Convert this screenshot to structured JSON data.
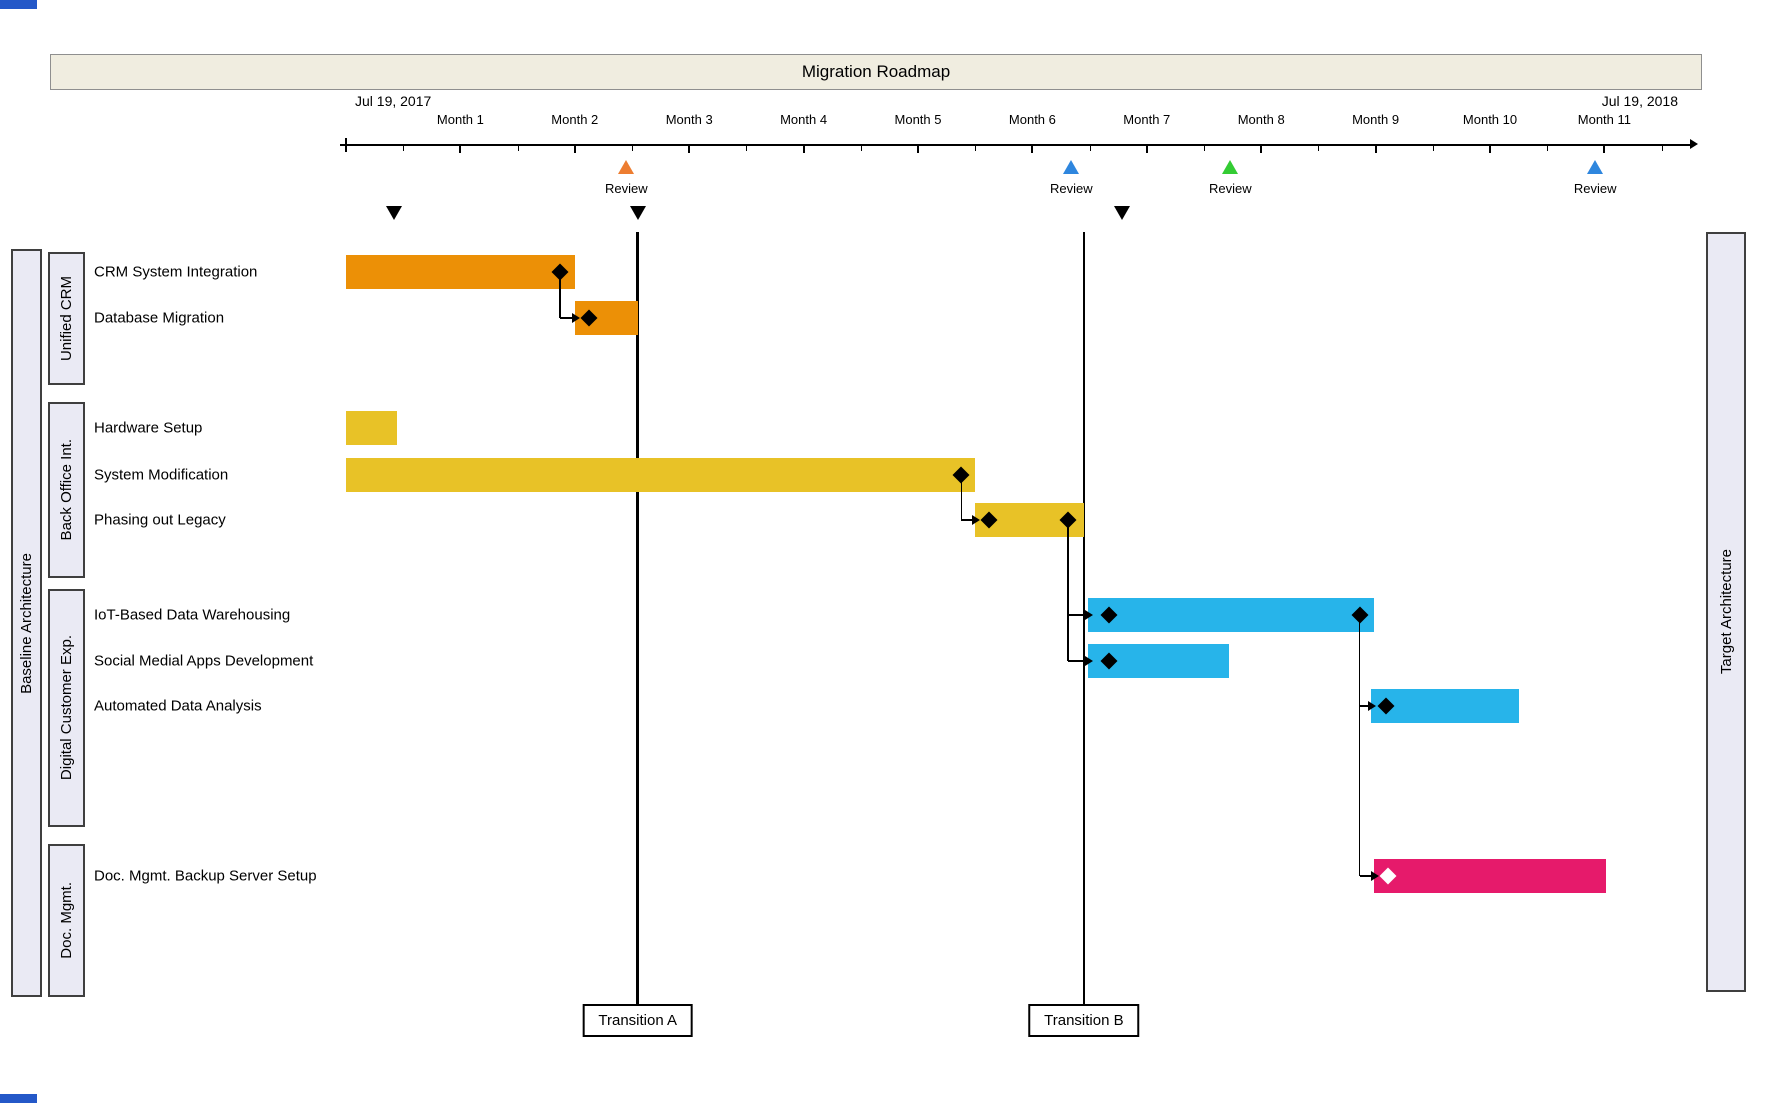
{
  "title": "Migration Roadmap",
  "left_panel": {
    "label": "Baseline Architecture"
  },
  "right_panel": {
    "label": "Target Architecture"
  },
  "chart_data": {
    "type": "gantt",
    "title": "Migration Roadmap",
    "timeline": {
      "start_date": "Jul 19, 2017",
      "end_date": "Jul 19, 2018",
      "unit": "months",
      "axis_range_months": [
        0,
        12
      ],
      "tick_labels": [
        "Month 1",
        "Month 2",
        "Month 3",
        "Month 4",
        "Month 5",
        "Month 6",
        "Month 7",
        "Month 8",
        "Month 9",
        "Month 10",
        "Month 11"
      ]
    },
    "groups": [
      {
        "name": "Unified CRM",
        "color": "#EC9006",
        "tasks": [
          {
            "name": "CRM System Integration",
            "start_month": 0,
            "end_month": 2.0,
            "milestones": [
              {
                "month": 1.87,
                "fill": "#000000"
              }
            ]
          },
          {
            "name": "Database Migration",
            "start_month": 2.0,
            "end_month": 2.55,
            "milestones": [
              {
                "month": 2.12,
                "fill": "#000000"
              }
            ]
          }
        ]
      },
      {
        "name": "Back Office Int.",
        "color": "#E8C227",
        "tasks": [
          {
            "name": "Hardware Setup",
            "start_month": 0,
            "end_month": 0.45,
            "milestones": []
          },
          {
            "name": "System Modification",
            "start_month": 0,
            "end_month": 5.5,
            "milestones": [
              {
                "month": 5.38,
                "fill": "#000000"
              }
            ]
          },
          {
            "name": "Phasing out Legacy",
            "start_month": 5.5,
            "end_month": 6.45,
            "milestones": [
              {
                "month": 5.62,
                "fill": "#000000"
              },
              {
                "month": 6.31,
                "fill": "#000000"
              }
            ]
          }
        ]
      },
      {
        "name": "Digital Customer Exp.",
        "color": "#27B4EA",
        "tasks": [
          {
            "name": "IoT-Based Data Warehousing",
            "start_month": 6.49,
            "end_month": 8.99,
            "milestones": [
              {
                "month": 6.67,
                "fill": "#000000"
              },
              {
                "month": 8.86,
                "fill": "#000000"
              }
            ]
          },
          {
            "name": "Social Medial Apps Development",
            "start_month": 6.49,
            "end_month": 7.72,
            "milestones": [
              {
                "month": 6.67,
                "fill": "#000000"
              }
            ]
          },
          {
            "name": "Automated Data Analysis",
            "start_month": 8.96,
            "end_month": 10.25,
            "milestones": [
              {
                "month": 9.09,
                "fill": "#000000"
              }
            ]
          }
        ]
      },
      {
        "name": "Doc. Mgmt.",
        "color": "#E61A6B",
        "tasks": [
          {
            "name": "Doc. Mgmt. Backup Server Setup",
            "start_month": 8.99,
            "end_month": 11.01,
            "milestones": [
              {
                "month": 9.11,
                "fill": "#FFFFFF"
              }
            ]
          }
        ]
      }
    ],
    "reviews": [
      {
        "label": "Review",
        "month": 2.45,
        "color": "#ED7D31"
      },
      {
        "label": "Review",
        "month": 6.34,
        "color": "#2E86DE"
      },
      {
        "label": "Review",
        "month": 7.73,
        "color": "#33CC33"
      },
      {
        "label": "Review",
        "month": 10.92,
        "color": "#2E86DE"
      }
    ],
    "top_markers": [
      {
        "month": 0.42
      },
      {
        "month": 2.55
      },
      {
        "month": 6.78
      }
    ],
    "transitions": [
      {
        "label": "Transition A",
        "month": 2.55
      },
      {
        "label": "Transition B",
        "month": 6.45
      }
    ],
    "connectors": [
      {
        "from_task": "CRM System Integration",
        "from_month": 1.87,
        "to_task": "Database Migration"
      },
      {
        "from_task": "System Modification",
        "from_month": 5.38,
        "to_task": "Phasing out Legacy"
      },
      {
        "from_task": "Phasing out Legacy",
        "from_month": 6.31,
        "to_task": "IoT-Based Data Warehousing"
      },
      {
        "from_task": "Phasing out Legacy",
        "from_month": 6.31,
        "to_task": "Social Medial Apps Development"
      },
      {
        "from_task": "IoT-Based Data Warehousing",
        "from_month": 8.86,
        "to_task": "Automated Data Analysis"
      },
      {
        "from_task": "IoT-Based Data Warehousing",
        "from_month": 8.86,
        "to_task": "Doc. Mgmt. Backup Server Setup"
      }
    ]
  }
}
